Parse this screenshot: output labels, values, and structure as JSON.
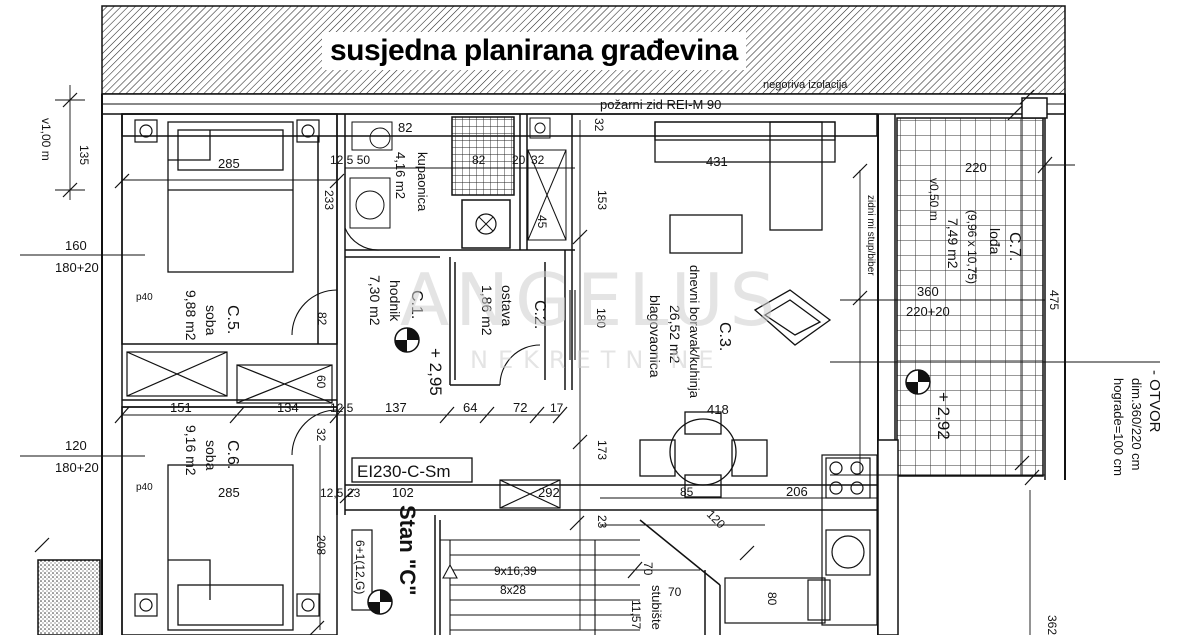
{
  "header": {
    "title": "susjedna planirana građevina",
    "note_insulation": "negoriva izolacija",
    "note_fire": "požarni zid REI-M 90"
  },
  "rooms": {
    "c5": {
      "id": "C.5.",
      "name": "soba",
      "area": "9,88 m2"
    },
    "c6": {
      "id": "C.6.",
      "name": "soba",
      "area": "9,16 m2"
    },
    "c1": {
      "id": "C.1.",
      "name": "hodnik",
      "area": "7,30 m2"
    },
    "c2": {
      "id": "C.2.",
      "name": "ostava",
      "area": "1,86 m2"
    },
    "c3": {
      "id": "C.3.",
      "name": "blagovaonica",
      "name2": "dnevni boravak/kuhinja",
      "area": "26,52 m2"
    },
    "c4": {
      "name": "kupaonica",
      "area": "4,16 m2"
    },
    "c7": {
      "id": "C.7.",
      "name": "lođa",
      "area": "7,49 m2",
      "dims": "(9,96 x 10,75)",
      "railing": "v0,50 m"
    }
  },
  "levels": {
    "main": "+ 2,95",
    "loggia": "+ 2,92"
  },
  "unit": {
    "label": "Stan \"C\"",
    "info": "6+1(12,G)"
  },
  "door_label": "EI230-C-Sm",
  "otvor": {
    "title": "- OTVOR",
    "dims": "dim.360/220 cm",
    "sill": "hograde=100 cm"
  },
  "kitchen_note": "zidni mi stup/biber",
  "stairs": {
    "steps": "9x16,39",
    "tread": "8x28",
    "note": "stubište"
  },
  "watermark": {
    "main": "ANGELUS",
    "sub": "NEKRETNINE"
  },
  "dimensions": {
    "d285a": "285",
    "d285b": "285",
    "d233": "233",
    "d82a": "82",
    "d82b": "82",
    "d125_50": "12,5 50",
    "d20": "20",
    "d32a": "32",
    "d32b": "32",
    "d153": "153",
    "d431": "431",
    "d220": "220",
    "d475": "475",
    "d360": "360",
    "d220_20": "220+20",
    "d160": "160",
    "d180_20a": "180+20",
    "d120": "120",
    "d180_20b": "180+20",
    "d135": "135",
    "dv100": "v1,00 m",
    "d45": "45",
    "d180": "180",
    "d60": "60",
    "d151": "151",
    "d134": "134",
    "d125": "12,5",
    "d137": "137",
    "d64": "64",
    "d72": "72",
    "d17": "17",
    "d418": "418",
    "d173": "173",
    "d102": "102",
    "d292": "292",
    "d12_5b": "12,5",
    "d23": "23",
    "d206": "206",
    "d208": "208",
    "d85": "85",
    "d120b": "120",
    "d70a": "70",
    "d70b": "70",
    "d80": "80",
    "d1157": "11,57",
    "d362": "362",
    "d23b": "23",
    "p40a": "p40",
    "p40b": "p40"
  }
}
